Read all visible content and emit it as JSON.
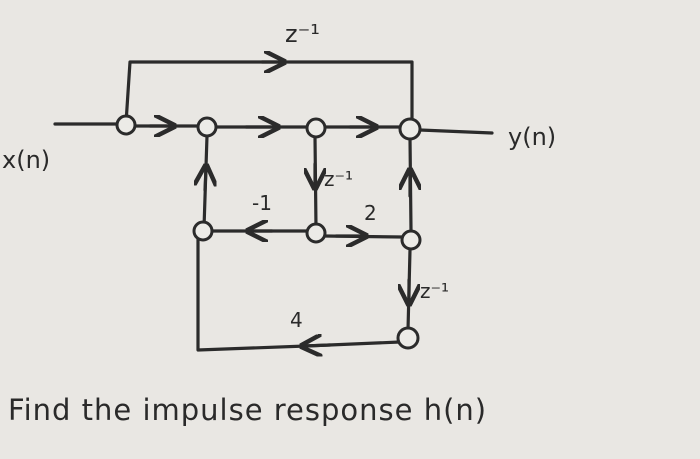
{
  "diagram": {
    "input_label": "x(n)",
    "output_label": "y(n)",
    "top_path_gain": "z⁻¹",
    "delay_middle": "z⁻¹",
    "gain_left": "-1",
    "gain_right": "2",
    "delay_right": "z⁻¹",
    "gain_bottom": "4"
  },
  "caption": "Find the impulse response h(n)"
}
